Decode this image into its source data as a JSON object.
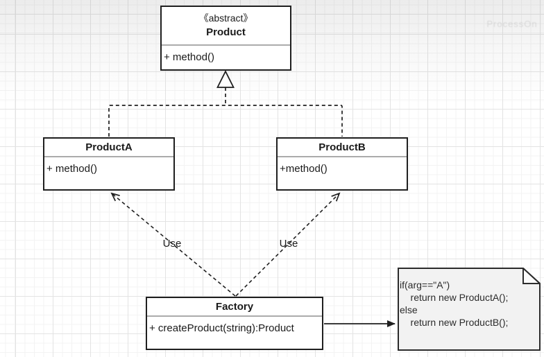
{
  "classes": {
    "product": {
      "stereotype": "《abstract》",
      "name": "Product",
      "member": "+ method()"
    },
    "productA": {
      "name": "ProductA",
      "member": "+ method()"
    },
    "productB": {
      "name": "ProductB",
      "member": "+method()"
    },
    "factory": {
      "name": "Factory",
      "member": "+ createProduct(string):Product"
    }
  },
  "note": {
    "lines": [
      "if(arg==\"A\")",
      "    return new ProductA();",
      "else",
      "    return new ProductB();"
    ]
  },
  "edges": {
    "use_left_label": "Use",
    "use_right_label": "Use"
  },
  "watermark": "ProcessOn",
  "colors": {
    "stroke": "#1f1f1f",
    "divider": "#ababab",
    "note_fill": "#f2f2f2",
    "grid_major": "#e3e3e3",
    "grid_minor": "#f3f3f3"
  }
}
